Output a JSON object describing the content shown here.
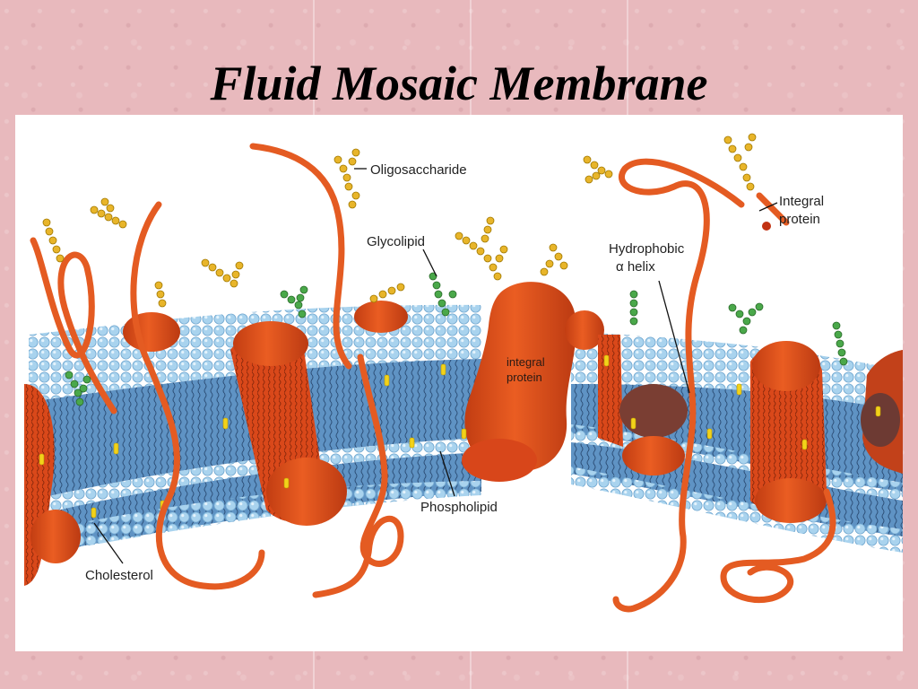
{
  "slide": {
    "title": "Fluid Mosaic Membrane"
  },
  "diagram": {
    "labels": {
      "oligosaccharide": "Oligosaccharide",
      "integral_protein_top_line1": "Integral",
      "integral_protein_top_line2": "protein",
      "glycolipid": "Glycolipid",
      "hydrophobic_line1": "Hydrophobic",
      "hydrophobic_line2": "α helix",
      "integral_protein_center_line1": "integral",
      "integral_protein_center_line2": "protein",
      "phospholipid": "Phospholipid",
      "cholesterol": "Cholesterol"
    },
    "colors": {
      "protein": "#e2541e",
      "protein_dark": "#b83812",
      "lipid_head": "#a9d3ee",
      "lipid_body": "#5b8fc2",
      "sugar_yellow": "#e8b52a",
      "sugar_green": "#4aa84a",
      "cholesterol": "#f2d21a"
    }
  }
}
